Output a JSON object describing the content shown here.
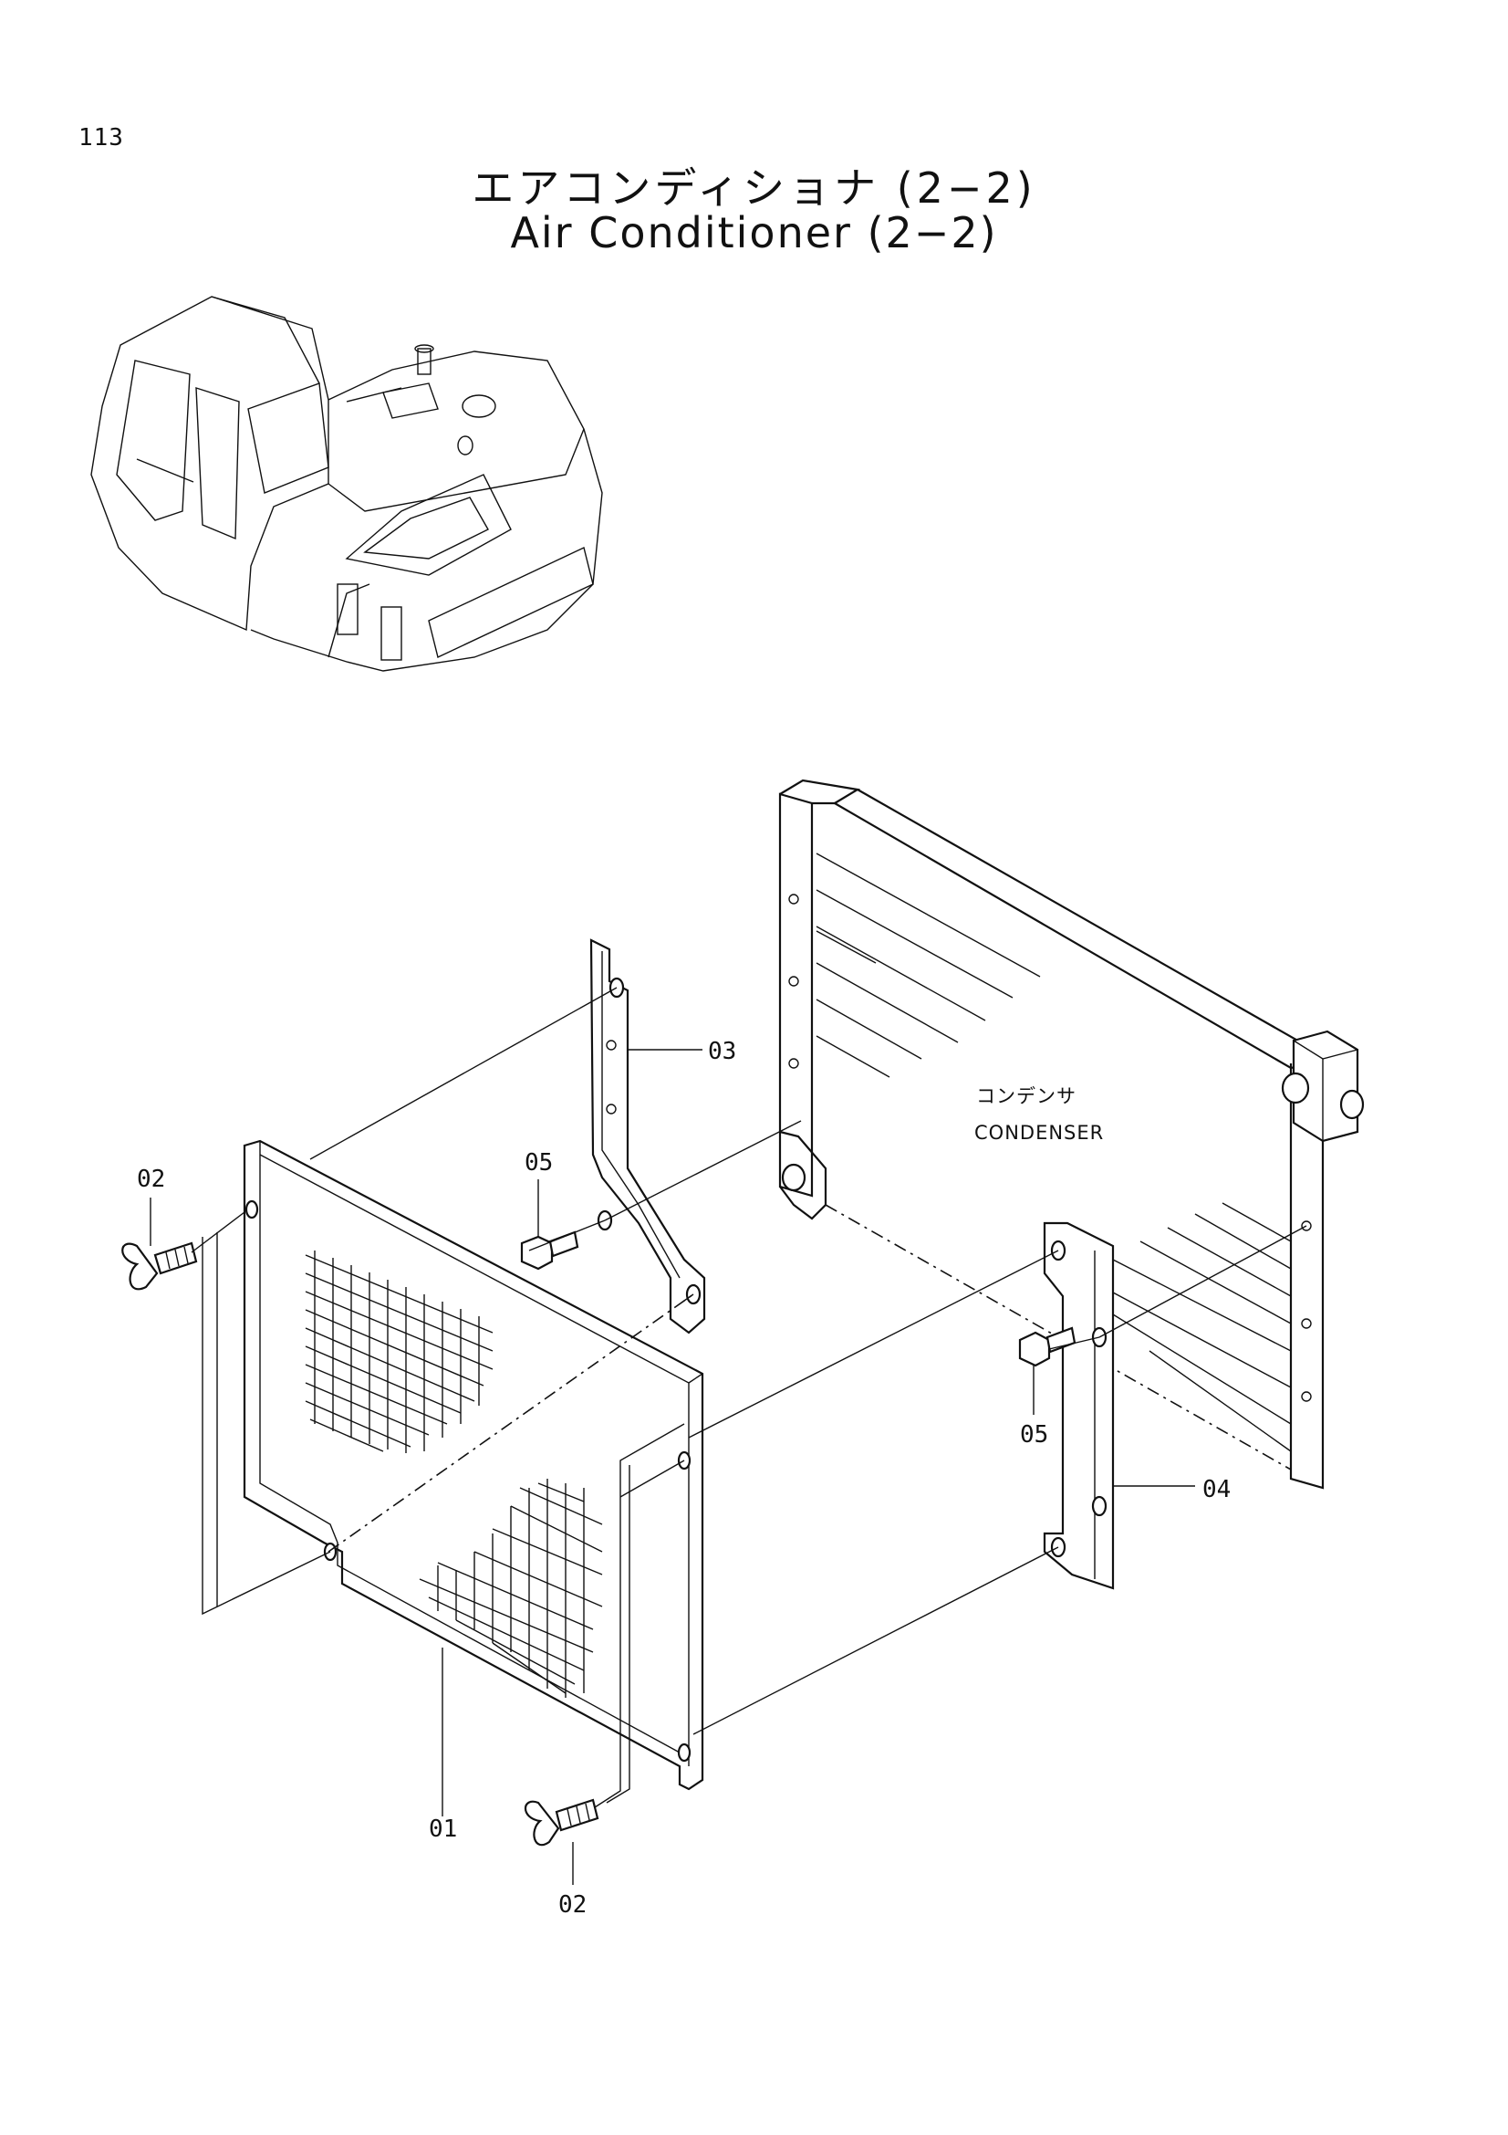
{
  "page": {
    "number": "113"
  },
  "title": {
    "japanese": "エアコンディショナ (2−2)",
    "english": "Air Conditioner (2−2)"
  },
  "components": {
    "condenser": {
      "label_jp": "コンデンサ",
      "label_en": "CONDENSER"
    }
  },
  "callouts": [
    {
      "id": "01",
      "text": "01"
    },
    {
      "id": "02a",
      "text": "02"
    },
    {
      "id": "02b",
      "text": "02"
    },
    {
      "id": "03",
      "text": "03"
    },
    {
      "id": "04",
      "text": "04"
    },
    {
      "id": "05a",
      "text": "05"
    },
    {
      "id": "05b",
      "text": "05"
    }
  ]
}
